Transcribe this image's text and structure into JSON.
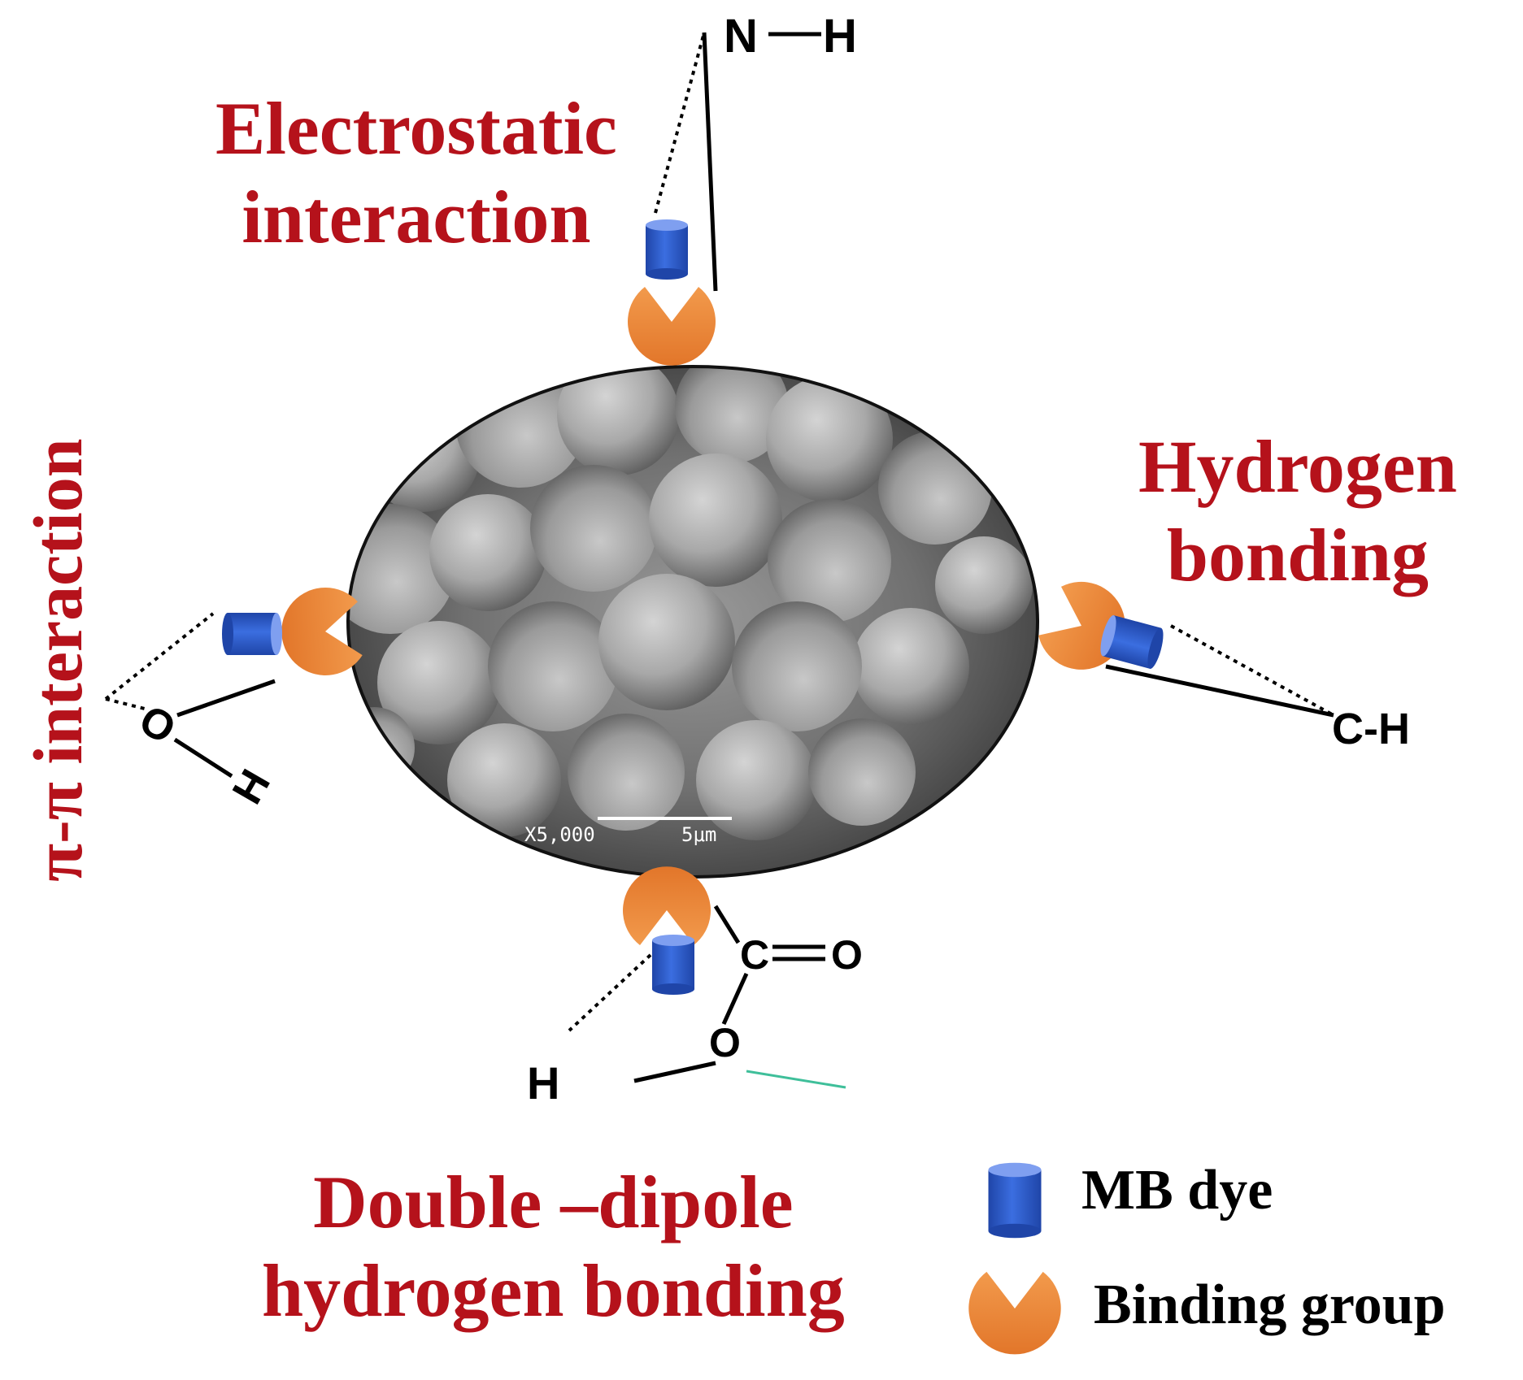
{
  "labels": {
    "electrostatic_line1": "Electrostatic",
    "electrostatic_line2": "interaction",
    "hydrogen_line1": "Hydrogen",
    "hydrogen_line2": "bonding",
    "pipi": "π-π interaction",
    "double_line1": "Double –dipole",
    "double_line2": "hydrogen  bonding"
  },
  "chem": {
    "nh_n": "N",
    "nh_h": "H",
    "ch": "C-H",
    "oh_o": "O",
    "oh_h": "H",
    "carboxyl_c": "C",
    "carboxyl_o_double": "O",
    "carboxyl_o_single": "O",
    "carboxyl_h": "H"
  },
  "sem": {
    "magnification": "X5,000",
    "scale": "5μm"
  },
  "legend": {
    "mb_dye": "MB dye",
    "binding_group": "Binding group"
  },
  "colors": {
    "label_red": "#b5121b",
    "binding_orange": "#ef8a3a",
    "dye_blue": "#2f5fc4",
    "bond_teal": "#3fbf9a"
  },
  "icons": {
    "dye": "blue-cylinder-icon",
    "binding": "pacman-icon"
  }
}
